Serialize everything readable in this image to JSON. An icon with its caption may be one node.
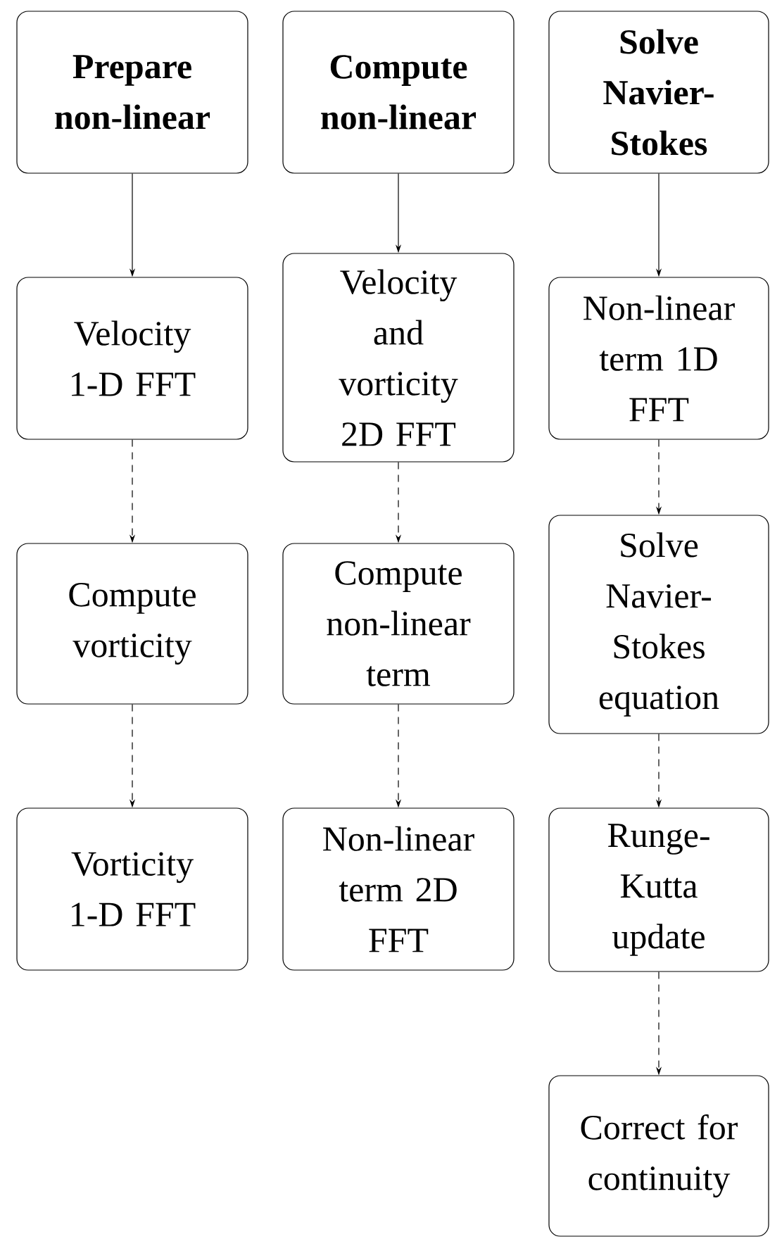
{
  "diagram": {
    "nodes": [
      {
        "text": [
          "Prepare non-linear"
        ]
      },
      {
        "text": [
          "Velocity 1-D FFT"
        ]
      },
      {
        "text": [
          "Compute vorticity"
        ]
      },
      {
        "text": [
          "Vorticity 1-D FFT"
        ]
      },
      {
        "text": [
          "Compute non-linear"
        ]
      },
      {
        "text": [
          "Velocity and vorticity 2D FFT"
        ]
      },
      {
        "text": [
          "Compute non-linear term"
        ]
      },
      {
        "text": [
          "Non-linear term 2D FFT"
        ]
      },
      {
        "text": [
          "Solve Navier-Stokes"
        ]
      },
      {
        "text": [
          "Non-linear term 1D FFT"
        ]
      },
      {
        "text": [
          "Solve Navier-Stokes equation"
        ]
      },
      {
        "text": [
          "Runge-Kutta update"
        ]
      },
      {
        "text": [
          "Correct for continuity"
        ]
      }
    ],
    "edges": [
      {
        "from": 0,
        "to": 1,
        "arrow": "to"
      },
      {
        "from": 1,
        "to": 2,
        "arrow": "to",
        "style": "dashed"
      },
      {
        "from": 2,
        "to": 3,
        "arrow": "to",
        "style": "dashed"
      },
      {
        "from": 4,
        "to": 5,
        "arrow": "to"
      },
      {
        "from": 5,
        "to": 6,
        "arrow": "to",
        "style": "dashed"
      },
      {
        "from": 6,
        "to": 7,
        "arrow": "to",
        "style": "dashed"
      },
      {
        "from": 8,
        "to": 9,
        "arrow": "to"
      },
      {
        "from": 9,
        "to": 10,
        "arrow": "to",
        "style": "dashed"
      },
      {
        "from": 10,
        "to": 11,
        "arrow": "to",
        "style": "dashed"
      },
      {
        "from": 11,
        "to": 12,
        "arrow": "to",
        "style": "dashed"
      }
    ]
  }
}
